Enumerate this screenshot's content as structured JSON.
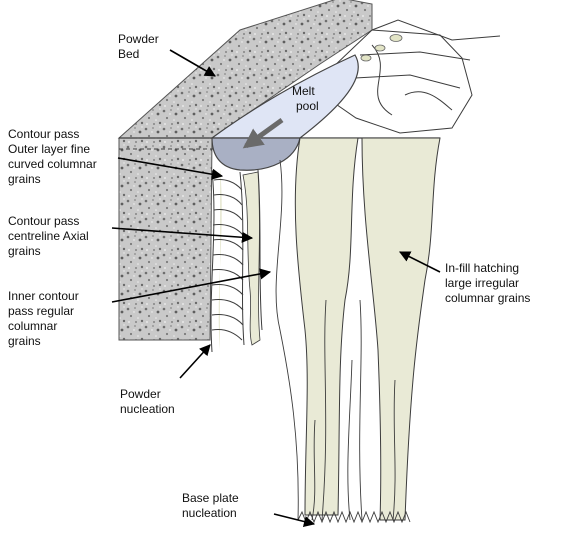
{
  "labels": {
    "powder_bed": [
      "Powder",
      "Bed"
    ],
    "melt_pool": [
      "Melt",
      "pool"
    ],
    "contour_outer": [
      "Contour pass",
      "Outer layer fine",
      "curved columnar",
      "grains"
    ],
    "contour_centre": [
      "Contour pass",
      "centreline Axial",
      "grains"
    ],
    "inner_contour": [
      "Inner contour",
      "pass regular",
      "columnar",
      "grains"
    ],
    "powder_nucleation": [
      "Powder",
      "nucleation"
    ],
    "infill": [
      "In-fill hatching",
      "large irregular",
      "columnar grains"
    ],
    "base_plate": [
      "Base plate",
      "nucleation"
    ]
  },
  "colors": {
    "powder": "#b9b9b9",
    "melt_pool": "#dfe5f5",
    "melt_pool_solid": "#a9b0c4",
    "grain_fill": "#e9ead6",
    "line": "#3c3c3c",
    "arrow": "#000000"
  }
}
